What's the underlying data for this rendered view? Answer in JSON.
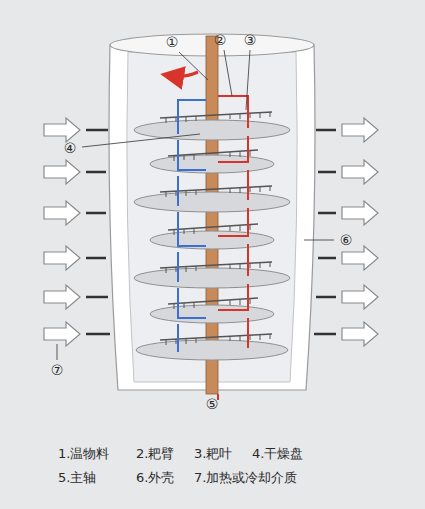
{
  "diagram": {
    "labels": [
      "①",
      "②",
      "③",
      "④",
      "⑥",
      "⑤",
      "⑦",
      "1.温物料",
      "2.耙臂",
      "3.耙叶",
      "4.干燥盘",
      "5.主轴",
      "6.外壳",
      "7.加热或冷却介质"
    ]
  }
}
